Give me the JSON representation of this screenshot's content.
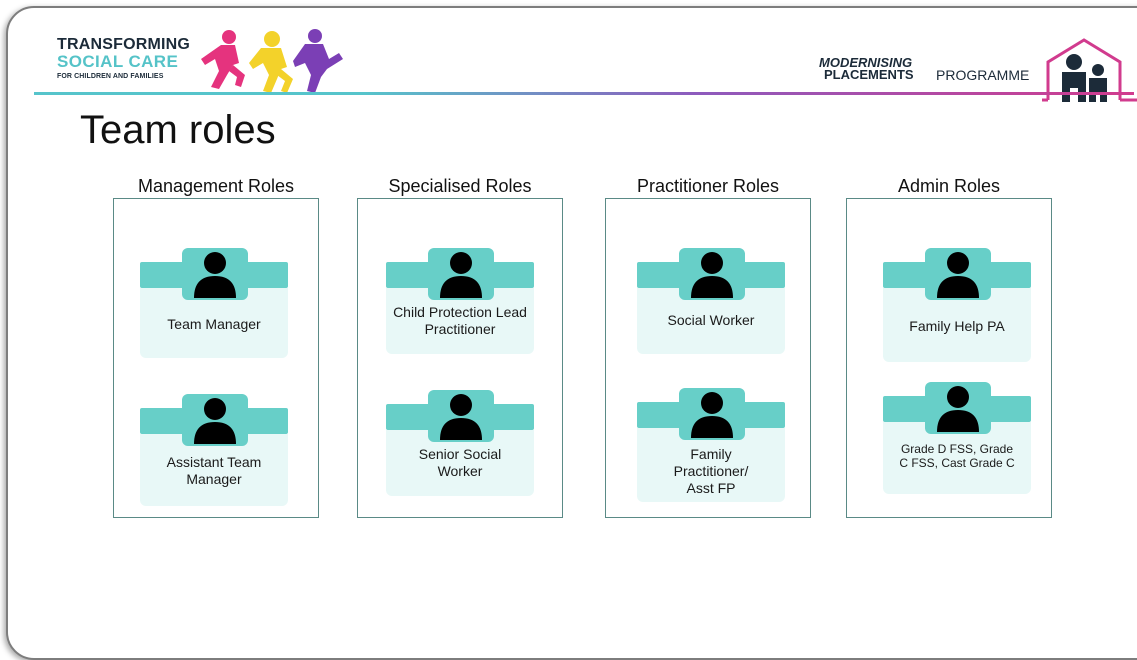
{
  "branding": {
    "left_logo": {
      "line1": "TRANSFORMING",
      "line2": "SOCIAL CARE",
      "line3": "FOR CHILDREN AND FAMILIES"
    },
    "right_logo": {
      "line1": "MODERNISING",
      "line2": "PLACEMENTS",
      "line3": "PROGRAMME"
    }
  },
  "colors": {
    "teal": "#67cfc8",
    "teal_light": "#e8f8f7",
    "navy": "#1c2b39",
    "pink": "#d13b8e",
    "yellow": "#f3d22a",
    "purple": "#7b3fb5"
  },
  "title": "Team roles",
  "columns": [
    {
      "heading": "Management Roles",
      "roles": [
        {
          "label": "Team Manager",
          "icon": "person-icon"
        },
        {
          "label": "Assistant Team Manager",
          "icon": "person-icon"
        }
      ]
    },
    {
      "heading": "Specialised Roles",
      "roles": [
        {
          "label": "Child Protection Lead Practitioner",
          "icon": "person-icon"
        },
        {
          "label": "Senior Social Worker",
          "icon": "person-icon"
        }
      ]
    },
    {
      "heading": "Practitioner Roles",
      "roles": [
        {
          "label": "Social Worker",
          "icon": "person-icon"
        },
        {
          "label": "Family Practitioner/ Asst FP",
          "icon": "person-icon"
        }
      ]
    },
    {
      "heading": "Admin Roles",
      "roles": [
        {
          "label": "Family Help PA",
          "icon": "person-icon"
        },
        {
          "label": "Grade D FSS, Grade C FSS, Cast Grade C",
          "icon": "person-icon"
        }
      ]
    }
  ]
}
